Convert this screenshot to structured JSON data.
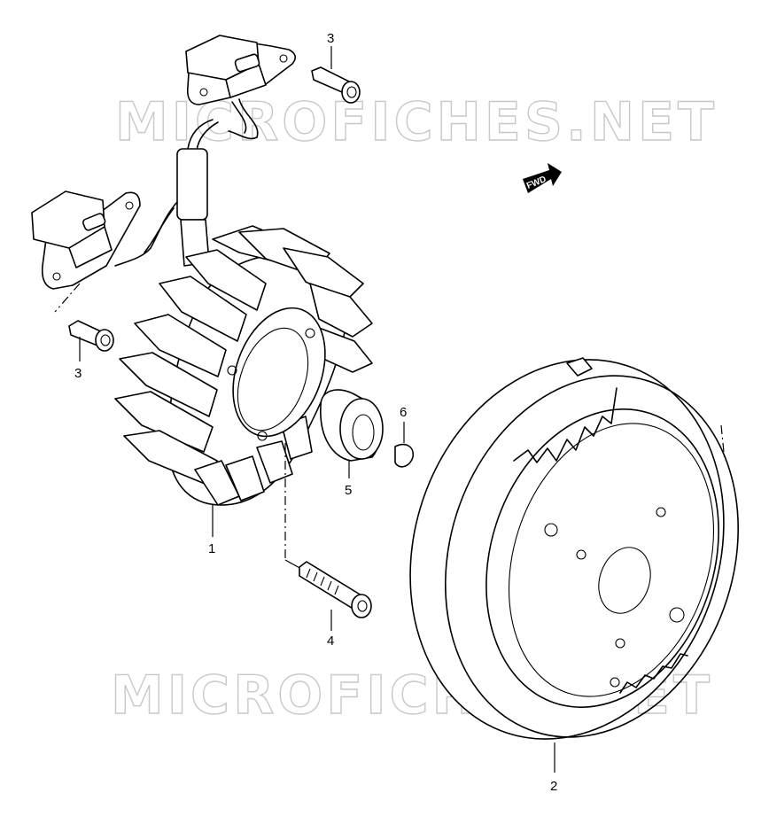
{
  "watermark": {
    "text": "MICROFICHES.NET",
    "color": "#c8c8c8"
  },
  "direction_badge": {
    "label": "FWD"
  },
  "callouts": [
    {
      "id": "stator",
      "label": "1"
    },
    {
      "id": "rotor",
      "label": "2"
    },
    {
      "id": "pickup-bolt-top",
      "label": "3"
    },
    {
      "id": "pickup-bolt-left",
      "label": "3"
    },
    {
      "id": "stator-bolt",
      "label": "4"
    },
    {
      "id": "spacer",
      "label": "5"
    },
    {
      "id": "key",
      "label": "6"
    }
  ]
}
